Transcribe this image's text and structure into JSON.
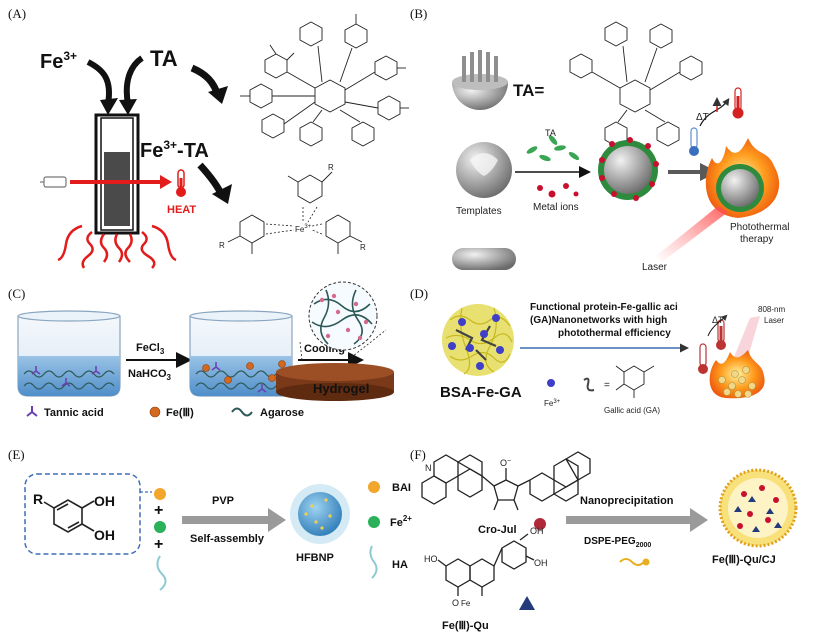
{
  "panels": {
    "A": {
      "label": "(A)",
      "fe": "Fe",
      "fe_charge": "3+",
      "ta": "TA",
      "fe_ta": "Fe",
      "fe_ta_charge": "3+",
      "fe_ta_suffix": "-TA",
      "heat": "HEAT",
      "complex_fe": "Fe",
      "complex_charge": "3+",
      "r": "R"
    },
    "B": {
      "label": "(B)",
      "ta_eq": "TA=",
      "ta_small": "TA",
      "templates": "Templates",
      "metal_ions": "Metal ions",
      "delta_t": "ΔT",
      "photothermal_1": "Photothermal",
      "photothermal_2": "therapy",
      "laser": "Laser"
    },
    "C": {
      "label": "(C)",
      "reagent_1": "FeCl",
      "reagent_1_sub": "3",
      "reagent_2": "NaHCO",
      "reagent_2_sub": "3",
      "cooling": "Cooling",
      "hydrogel": "Hydrogel",
      "legend_ta": "Tannic acid",
      "legend_fe": "Fe(Ⅲ)",
      "legend_agarose": "Agarose"
    },
    "D": {
      "label": "(D)",
      "title_1": "Functional protein-Fe-gallic aci",
      "title_2": "(GA)Nanonetworks with high",
      "title_3": "photothermal efficiency",
      "name": "BSA-Fe-GA",
      "fe": "Fe",
      "fe_charge": "3+",
      "eq": "=",
      "ga": "Gallic acid (GA)",
      "delta_t": "ΔT",
      "laser_1": "808-nm",
      "laser_2": "Laser"
    },
    "E": {
      "label": "(E)",
      "r": "R",
      "oh1": "OH",
      "oh2": "OH",
      "plus1": "+",
      "plus2": "+",
      "pvp": "PVP",
      "self_assembly": "Self-assembly",
      "product": "HFBNP",
      "legend_bai": "BAI",
      "legend_fe": "Fe",
      "legend_fe_charge": "2+",
      "legend_ha": "HA"
    },
    "F": {
      "label": "(F)",
      "cro_jul": "Cro-Jul",
      "fe_qu": "Fe(Ⅲ)-Qu",
      "nanoprecip": "Nanoprecipitation",
      "dspe": "DSPE-PEG",
      "dspe_sub": "2000",
      "product": "Fe(Ⅲ)-Qu/CJ",
      "oh_a": "OH",
      "oh_b": "OH",
      "oh_c": "HO",
      "o_fe": "O",
      "fe": "Fe",
      "o_minus": "O",
      "n_plus": "N"
    }
  },
  "colors": {
    "fe_red": "#c8102e",
    "arrow_gray": "#9a9a9a",
    "arrow_blue": "#3f6fb5",
    "orange": "#f2a62c",
    "green": "#2bb15a",
    "teal": "#2d5a57",
    "purple": "#6a3fb0",
    "navy": "#233b7a"
  }
}
